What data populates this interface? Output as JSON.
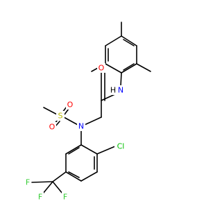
{
  "colors": {
    "bond": "#000000",
    "N": "#0000ff",
    "O": "#ff0000",
    "S": "#b8b800",
    "Cl": "#00c000",
    "F": "#33cc33",
    "H": "#000000"
  },
  "labels": {
    "amide_O": "O",
    "amide_N": "N",
    "amide_H": "H",
    "sulfonyl_N": "N",
    "S": "S",
    "sulfonyl_O1": "O",
    "sulfonyl_O2": "O",
    "Cl": "Cl",
    "F1": "F",
    "F2": "F",
    "F3": "F"
  }
}
